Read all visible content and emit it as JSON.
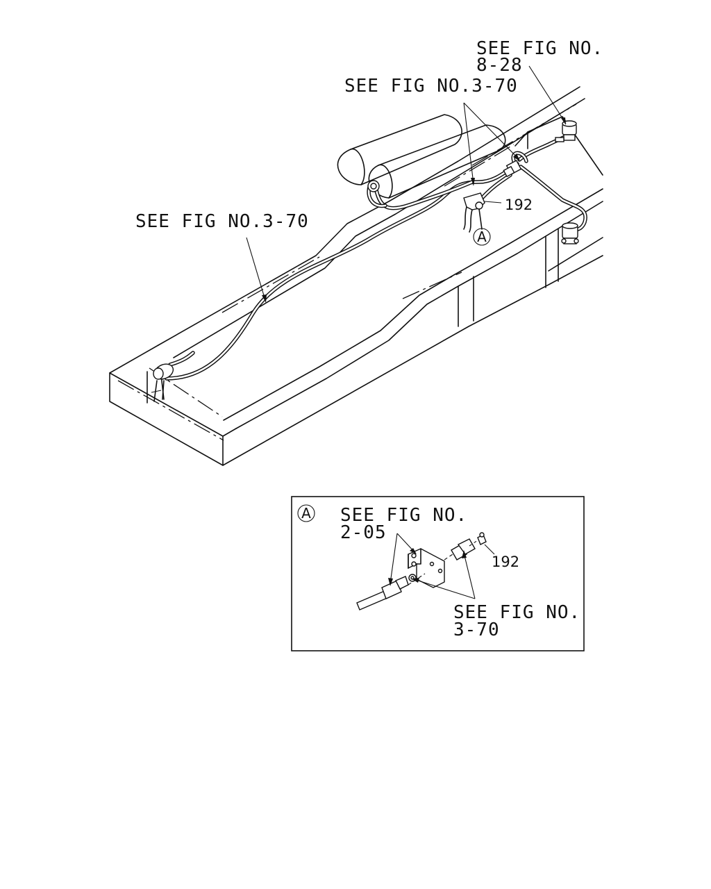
{
  "main_diagram": {
    "callouts": [
      {
        "id": "fig-8-28",
        "line1": "SEE FIG NO.",
        "line2": "8-28"
      },
      {
        "id": "fig-3-70-top",
        "line1": "SEE FIG NO.3-70"
      },
      {
        "id": "fig-3-70-left",
        "line1": "SEE FIG NO.3-70"
      }
    ],
    "part_number": "192",
    "detail_marker": "A"
  },
  "detail_view": {
    "marker": "A",
    "callout_top": {
      "line1": "SEE FIG NO.",
      "line2": "2-05"
    },
    "callout_bottom": {
      "line1": "SEE FIG NO.",
      "line2": "3-70"
    },
    "part_number": "192"
  }
}
